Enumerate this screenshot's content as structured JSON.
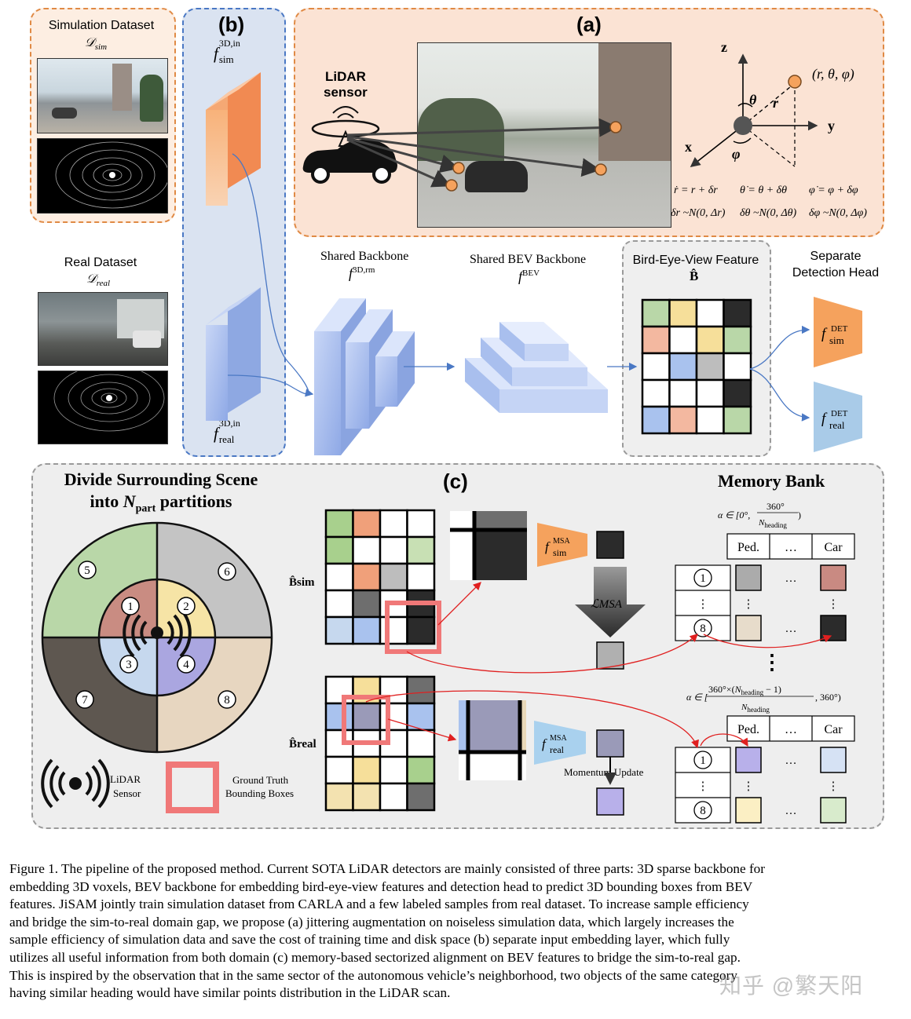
{
  "panels": {
    "sim_dataset": {
      "title": "Simulation Dataset",
      "symbol": "𝒟",
      "sub": "sim"
    },
    "real_dataset": {
      "title": "Real Dataset",
      "symbol": "𝒟",
      "sub": "real"
    },
    "a": {
      "label": "(a)",
      "lidar_label_1": "LiDAR",
      "lidar_label_2": "sensor",
      "coord": "(r, θ, φ)",
      "axis_z": "z",
      "axis_y": "y",
      "axis_x": "x",
      "theta": "θ",
      "r": "r",
      "phi": "φ",
      "eq1": "ṙ = r + δr",
      "eq2": "θ̇ = θ + δθ",
      "eq3": "φ̇ = φ + δφ",
      "eq4": "δr ~N(0, Δr)",
      "eq5": "δθ ~N(0, Δθ)",
      "eq6": "δφ ~N(0, Δφ)"
    },
    "b": {
      "label": "(b)",
      "f_sim": "f",
      "f_sim_sup": "3D,in",
      "f_sim_sub": "sim",
      "f_real": "f",
      "f_real_sup": "3D,in",
      "f_real_sub": "real"
    },
    "backbone": {
      "title": "Shared Backbone",
      "f": "f",
      "sup": "3D,rm"
    },
    "bev_backbone": {
      "title": "Shared BEV Backbone",
      "f": "f",
      "sup": "BEV"
    },
    "bev_feature": {
      "title": "Bird-Eye-View Feature",
      "symbol": "B̂"
    },
    "head": {
      "title_1": "Separate",
      "title_2": "Detection Head",
      "f": "f",
      "sup": "DET",
      "sub_sim": "sim",
      "sub_real": "real"
    },
    "c": {
      "label": "(c)",
      "divide_1": "Divide Surrounding Scene",
      "divide_2a": "into ",
      "divide_2b": "N",
      "divide_2c": "part",
      "divide_2d": " partitions",
      "sectors": [
        "1",
        "2",
        "3",
        "4",
        "5",
        "6",
        "7",
        "8"
      ],
      "lidar_1": "LiDAR",
      "lidar_2": "Sensor",
      "gt_1": "Ground Truth",
      "gt_2": "Bounding Boxes",
      "b_sim": "B̂sim",
      "b_real": "B̂real",
      "msa_f": "f",
      "msa_sup": "MSA",
      "msa_sim": "sim",
      "msa_real": "real",
      "loss": "ℒMSA",
      "momentum": "Momentum Update",
      "memory_title": "Memory Bank",
      "alpha1": "α ∈ [0°, 360° / N_heading)",
      "alpha2": "α ∈ [360°×(N_heading − 1) / N_heading, 360°)",
      "col_ped": "Ped.",
      "col_dots": "…",
      "col_car": "Car",
      "row1": "1",
      "row8": "8",
      "vdots": "⋮"
    }
  },
  "caption": [
    "Figure 1. The pipeline of the proposed method. Current SOTA LiDAR detectors are mainly consisted of three parts: 3D sparse backbone for",
    "embedding 3D voxels, BEV backbone for embedding bird-eye-view features and detection head to predict 3D bounding boxes from BEV",
    "features. JiSAM  jointly train simulation dataset from CARLA and a few labeled samples from real dataset. To increase sample efficiency",
    "and bridge the sim-to-real domain gap, we propose (a) jittering augmentation on noiseless simulation data, which largely increases the",
    "sample efficiency of simulation data and save the cost of training time and disk space (b) separate input embedding layer, which fully",
    "utilizes all useful information from both domain (c) memory-based sectorized alignment on BEV features to bridge the sim-to-real gap.",
    "This is inspired by the observation that in the same sector of the autonomous vehicle’s neighborhood, two objects of the same category",
    "having similar heading would have similar points distribution in the LiDAR scan."
  ],
  "watermark": "知乎 @繁天阳",
  "colors": {
    "orange": "#f5a25d",
    "blue": "#a9c2ee",
    "green": "#b9d7a8",
    "yellow": "#f6df9a",
    "pink": "#f3b8a0",
    "dark": "#2b2b2b",
    "gray": "#bdbdbd",
    "red": "#f07878"
  }
}
